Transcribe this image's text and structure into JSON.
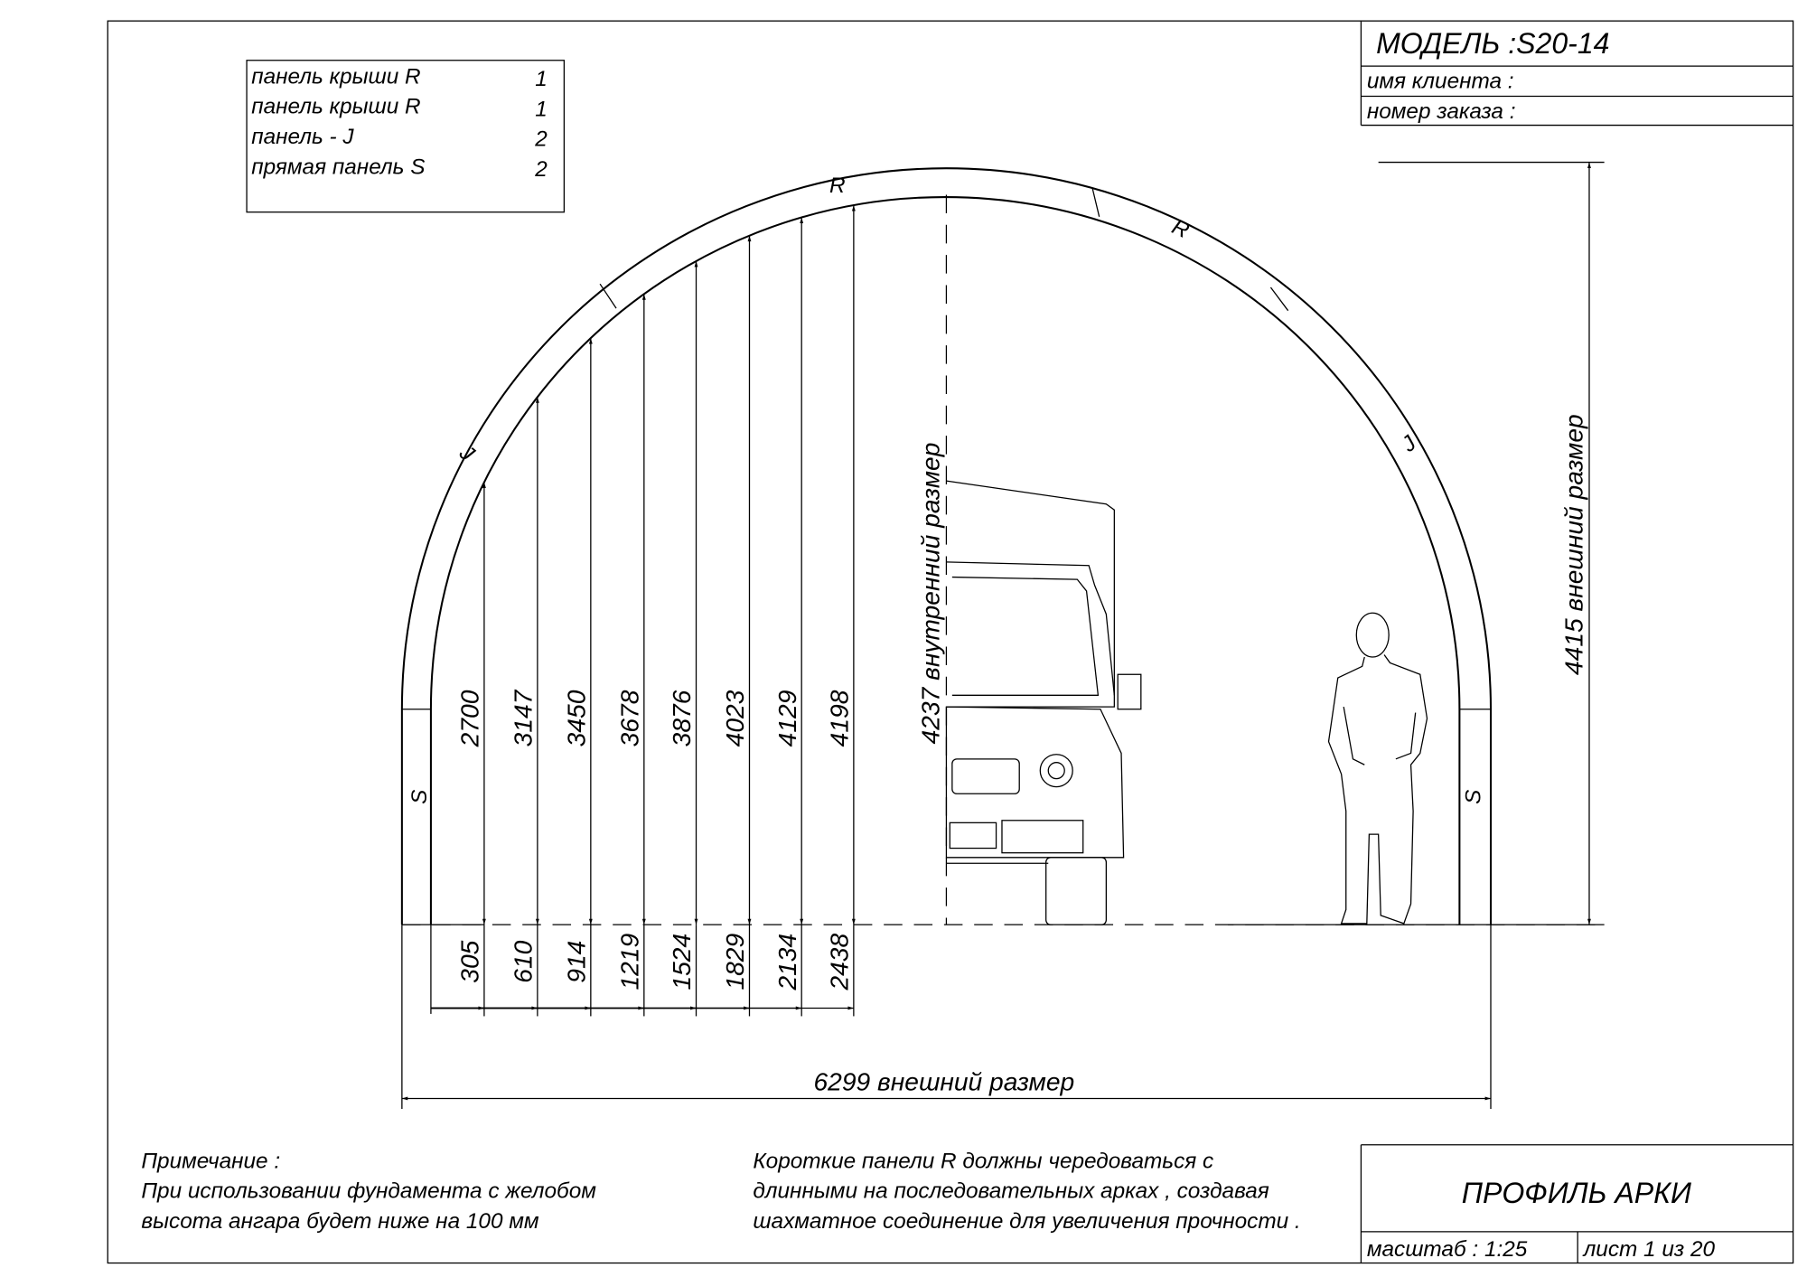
{
  "title_block": {
    "model": "МОДЕЛЬ :S20-14",
    "client_label": "имя клиента :",
    "order_label": "номер заказа :",
    "drawing_title": "ПРОФИЛЬ АРКИ",
    "scale": "масштаб : 1:25",
    "sheet": "лист  1  из  20"
  },
  "parts": [
    {
      "name": "панель крыши  R",
      "qty": "1"
    },
    {
      "name": "панель крыши  R",
      "qty": "1"
    },
    {
      "name": "панель  - J",
      "qty": "2"
    },
    {
      "name": "прямая панель  S",
      "qty": "2"
    }
  ],
  "panel_labels": {
    "r1": "R",
    "r2": "R",
    "j_left": "J",
    "j_right": "J",
    "s_left": "S",
    "s_right": "S"
  },
  "heights": [
    "2700",
    "3147",
    "3450",
    "3678",
    "3876",
    "4023",
    "4129",
    "4198"
  ],
  "offsets": [
    "305",
    "610",
    "914",
    "1219",
    "1524",
    "1829",
    "2134",
    "2438"
  ],
  "dimensions": {
    "inner_height": "4237  внутренний размер",
    "outer_height": "4415  внешний размер",
    "outer_width": "6299  внешний размер"
  },
  "notes": {
    "left": [
      "Примечание :",
      "При использовании фундамента с желобом",
      "высота ангара будет ниже на  100  мм"
    ],
    "right": [
      "Короткие панели  R  должны чередоваться  с",
      "длинными на последовательных арках , создавая",
      "шахматное соединение для увеличения прочности ."
    ]
  }
}
